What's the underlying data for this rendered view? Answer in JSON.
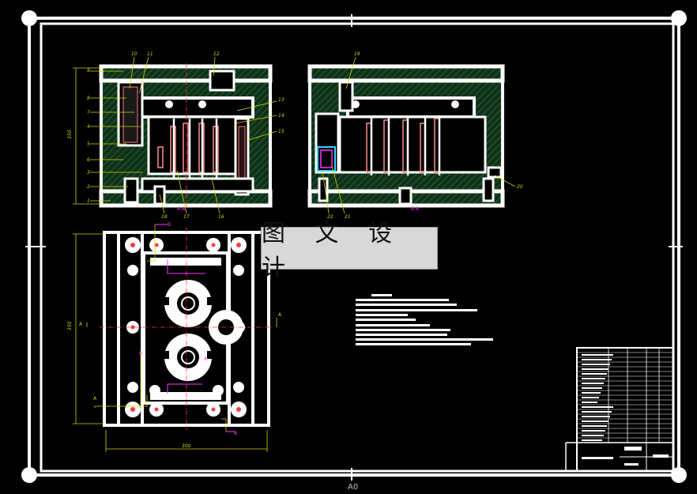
{
  "watermark": {
    "text": "图 文 设 计"
  },
  "sheet_size": "A0",
  "colors": {
    "background": "#000000",
    "lines": "#ffffff",
    "hatch": "#1f5a24",
    "leaders": "#d4d400",
    "centerlines": "#ff3b3b",
    "magenta": "#ff33ff",
    "cyan": "#36d1ff"
  },
  "section_labels": {
    "section_aa": "A-A",
    "section_bb": "B-B"
  },
  "dimensions": {
    "height_left": "350",
    "width_bottom": "300",
    "height_plan": "350"
  },
  "part_numbers_left": [
    "9",
    "8",
    "7",
    "4",
    "5",
    "6",
    "3",
    "2",
    "1"
  ],
  "part_numbers_top": [
    "10",
    "11",
    "12"
  ],
  "part_numbers_right": [
    "13",
    "14",
    "15"
  ],
  "part_numbers_bottom": [
    "18",
    "17",
    "16"
  ],
  "part_numbers_view2": {
    "top": "19",
    "side": "20",
    "bottom_left": "22",
    "bottom_right": "21"
  },
  "cut_marks": {
    "a": "A",
    "b": "B"
  }
}
